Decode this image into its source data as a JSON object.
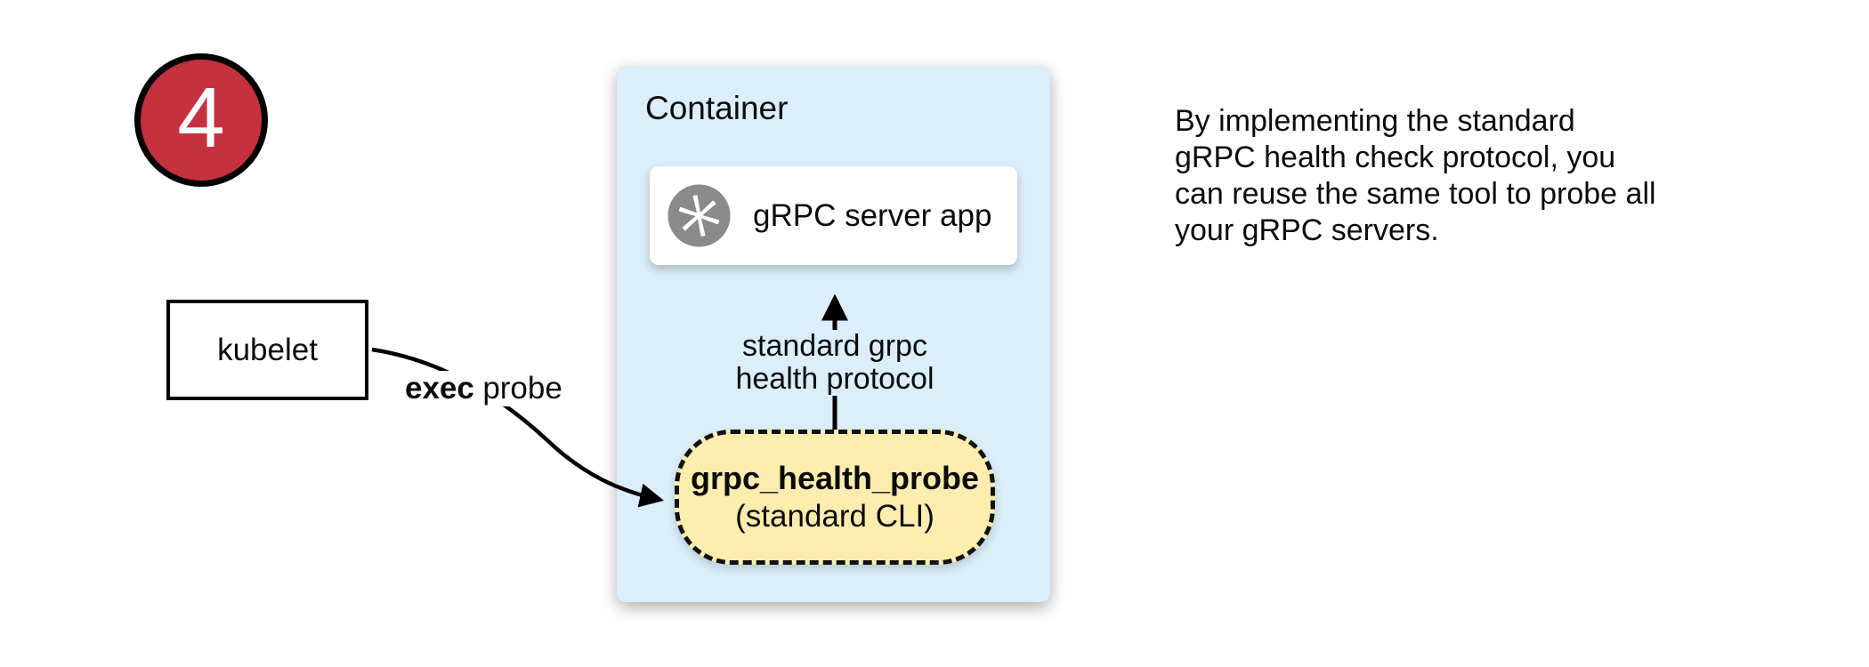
{
  "step_badge": {
    "number": "4"
  },
  "kubelet_box": {
    "label": "kubelet"
  },
  "exec_probe_label": {
    "bold_part": "exec",
    "normal_part": "probe"
  },
  "container_box": {
    "title": "Container"
  },
  "grpc_server_box": {
    "label": "gRPC server app",
    "icon": "aperture-app-icon"
  },
  "protocol_arrow": {
    "label_line1": "standard grpc",
    "label_line2": "health protocol"
  },
  "probe_box": {
    "name": "grpc_health_probe",
    "subtitle": "(standard CLI)"
  },
  "note_text": {
    "lines": [
      "By implementing the standard",
      "gRPC health check protocol, you",
      "can reuse the same tool to probe all",
      "your gRPC servers."
    ]
  },
  "colors": {
    "badge_red": "#C5313F",
    "container_blue": "#DAEEFB",
    "probe_yellow": "#FCEDAE",
    "icon_gray": "#8A8A8A"
  }
}
